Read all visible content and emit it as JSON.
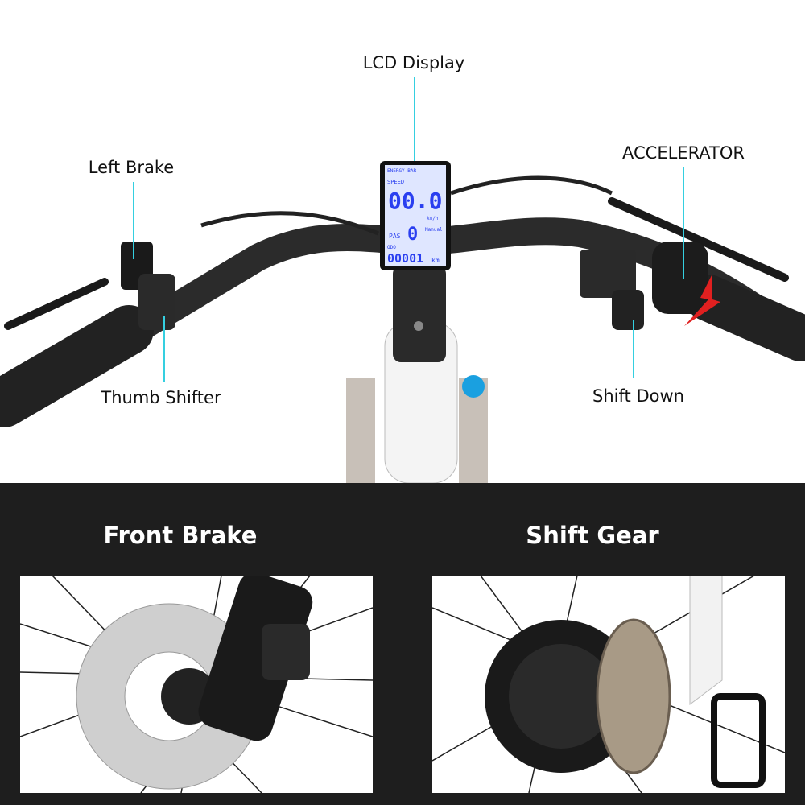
{
  "callouts": {
    "lcd_display": "LCD Display",
    "left_brake": "Left Brake",
    "accelerator": "ACCELERATOR",
    "thumb_shifter": "Thumb Shifter",
    "shift_down": "Shift Down"
  },
  "lcd": {
    "energy_bar": "ENERGY BAR",
    "speed_label": "SPEED",
    "speed_value": "00.0",
    "speed_unit": "km/h",
    "pas_label": "PAS",
    "pas_value": "0",
    "mode_label": "Manual",
    "odo_label": "ODO",
    "odo_value": "00001",
    "odo_unit": "km"
  },
  "sections": {
    "front_brake": "Front Brake",
    "shift_gear": "Shift Gear"
  },
  "colors": {
    "leader_line": "#35cfe0",
    "dark_band": "#1e1e1e",
    "lcd_screen": "#2a3ff0",
    "arrow": "#e02020"
  }
}
